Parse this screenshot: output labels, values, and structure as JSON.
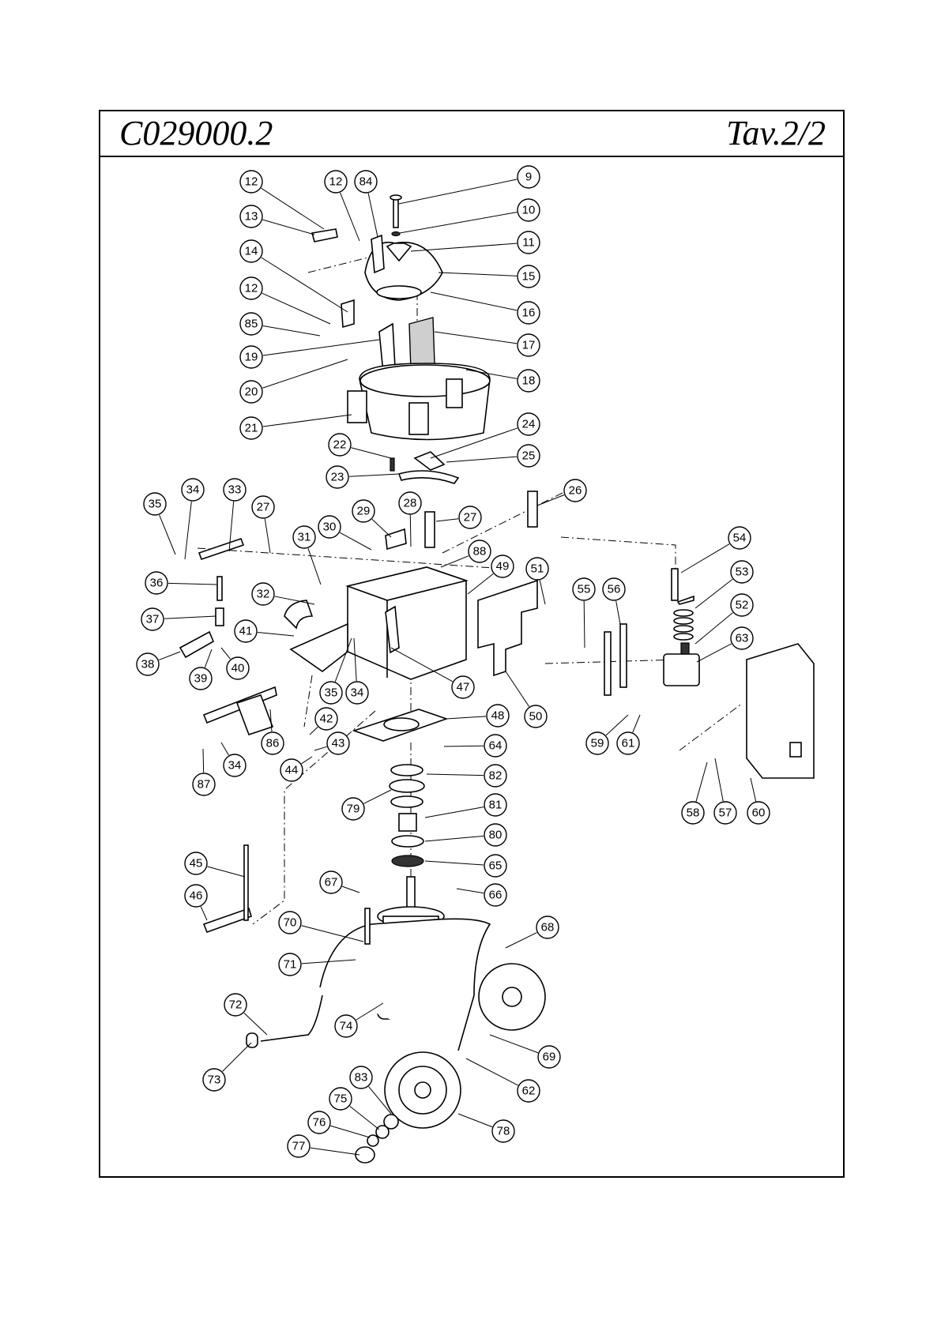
{
  "header": {
    "code": "C029000.2",
    "table": "Tav.2/2"
  },
  "callouts": [
    {
      "n": "12"
    },
    {
      "n": "12"
    },
    {
      "n": "84"
    },
    {
      "n": "9"
    },
    {
      "n": "13"
    },
    {
      "n": "10"
    },
    {
      "n": "11"
    },
    {
      "n": "14"
    },
    {
      "n": "15"
    },
    {
      "n": "12"
    },
    {
      "n": "16"
    },
    {
      "n": "85"
    },
    {
      "n": "17"
    },
    {
      "n": "19"
    },
    {
      "n": "18"
    },
    {
      "n": "20"
    },
    {
      "n": "21"
    },
    {
      "n": "24"
    },
    {
      "n": "22"
    },
    {
      "n": "25"
    },
    {
      "n": "23"
    },
    {
      "n": "26"
    },
    {
      "n": "34"
    },
    {
      "n": "33"
    },
    {
      "n": "35"
    },
    {
      "n": "27"
    },
    {
      "n": "29"
    },
    {
      "n": "28"
    },
    {
      "n": "27"
    },
    {
      "n": "30"
    },
    {
      "n": "31"
    },
    {
      "n": "54"
    },
    {
      "n": "88"
    },
    {
      "n": "49"
    },
    {
      "n": "51"
    },
    {
      "n": "36"
    },
    {
      "n": "53"
    },
    {
      "n": "32"
    },
    {
      "n": "55"
    },
    {
      "n": "56"
    },
    {
      "n": "52"
    },
    {
      "n": "37"
    },
    {
      "n": "41"
    },
    {
      "n": "63"
    },
    {
      "n": "38"
    },
    {
      "n": "40"
    },
    {
      "n": "39"
    },
    {
      "n": "35"
    },
    {
      "n": "34"
    },
    {
      "n": "47"
    },
    {
      "n": "48"
    },
    {
      "n": "50"
    },
    {
      "n": "42"
    },
    {
      "n": "86"
    },
    {
      "n": "43"
    },
    {
      "n": "64"
    },
    {
      "n": "59"
    },
    {
      "n": "61"
    },
    {
      "n": "34"
    },
    {
      "n": "44"
    },
    {
      "n": "82"
    },
    {
      "n": "87"
    },
    {
      "n": "79"
    },
    {
      "n": "81"
    },
    {
      "n": "58"
    },
    {
      "n": "57"
    },
    {
      "n": "60"
    },
    {
      "n": "80"
    },
    {
      "n": "65"
    },
    {
      "n": "45"
    },
    {
      "n": "67"
    },
    {
      "n": "66"
    },
    {
      "n": "46"
    },
    {
      "n": "70"
    },
    {
      "n": "68"
    },
    {
      "n": "71"
    },
    {
      "n": "72"
    },
    {
      "n": "74"
    },
    {
      "n": "69"
    },
    {
      "n": "73"
    },
    {
      "n": "83"
    },
    {
      "n": "62"
    },
    {
      "n": "75"
    },
    {
      "n": "76"
    },
    {
      "n": "78"
    },
    {
      "n": "77"
    }
  ]
}
